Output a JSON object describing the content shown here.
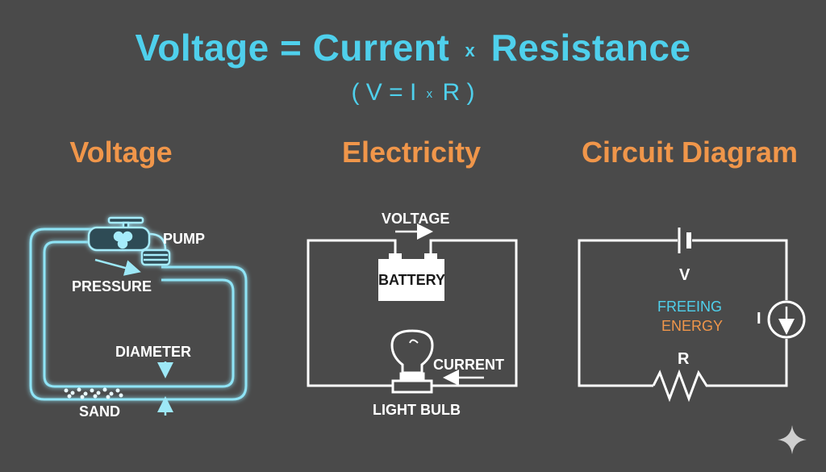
{
  "header": {
    "title_part1": "Voltage = Current",
    "title_times": "x",
    "title_part2": "Resistance",
    "subtitle_open": "( V = I",
    "subtitle_times": "x",
    "subtitle_close": "R )"
  },
  "columns": {
    "voltage": {
      "heading": "Voltage",
      "labels": {
        "pump": "PUMP",
        "pressure": "PRESSURE",
        "diameter": "DIAMETER",
        "sand": "SAND"
      }
    },
    "electricity": {
      "heading": "Electricity",
      "labels": {
        "voltage": "VOLTAGE",
        "battery": "BATTERY",
        "current": "CURRENT",
        "light_bulb": "LIGHT BULB"
      }
    },
    "circuit": {
      "heading": "Circuit Diagram",
      "labels": {
        "v": "V",
        "freeing": "FREEING",
        "energy": "ENERGY",
        "i": "I",
        "r": "R"
      }
    }
  },
  "colors": {
    "background": "#4a4a4a",
    "accent_cyan": "#4fd0ec",
    "accent_orange": "#f0964a",
    "line": "#ffffff"
  },
  "icons": [
    "faucet-icon",
    "lightbulb-icon",
    "battery-icon",
    "resistor-icon",
    "current-source-icon",
    "sparkle-icon"
  ]
}
